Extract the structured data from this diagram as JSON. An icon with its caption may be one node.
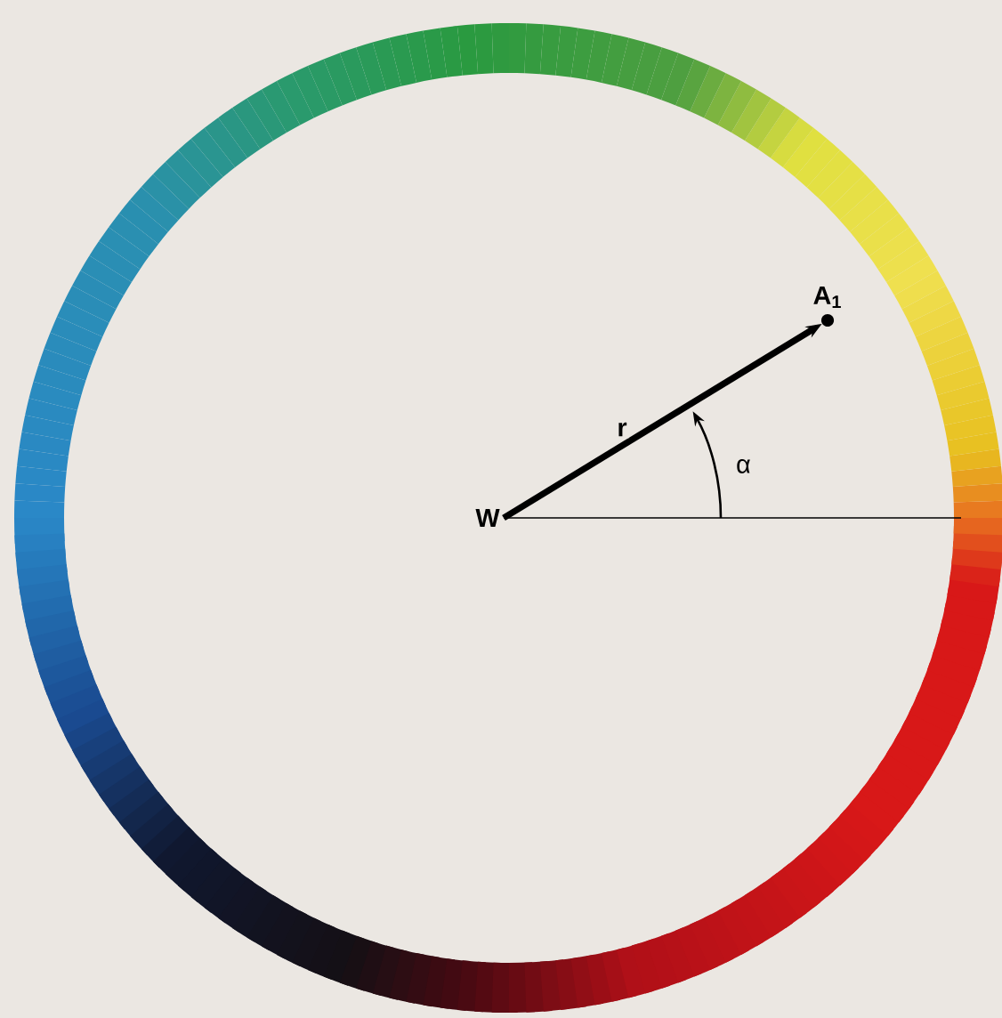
{
  "diagram": {
    "nodes": [
      {
        "text": [
          "W"
        ]
      },
      {
        "text": [
          "A$_{1}$"
        ]
      }
    ],
    "edges": [
      {
        "from": 0,
        "to": 1,
        "arrow": "to",
        "label": "r",
        "style": "thick"
      },
      {
        "from": 0,
        "to": null,
        "arrow": "none"
      }
    ],
    "labels": [
      "α"
    ]
  }
}
